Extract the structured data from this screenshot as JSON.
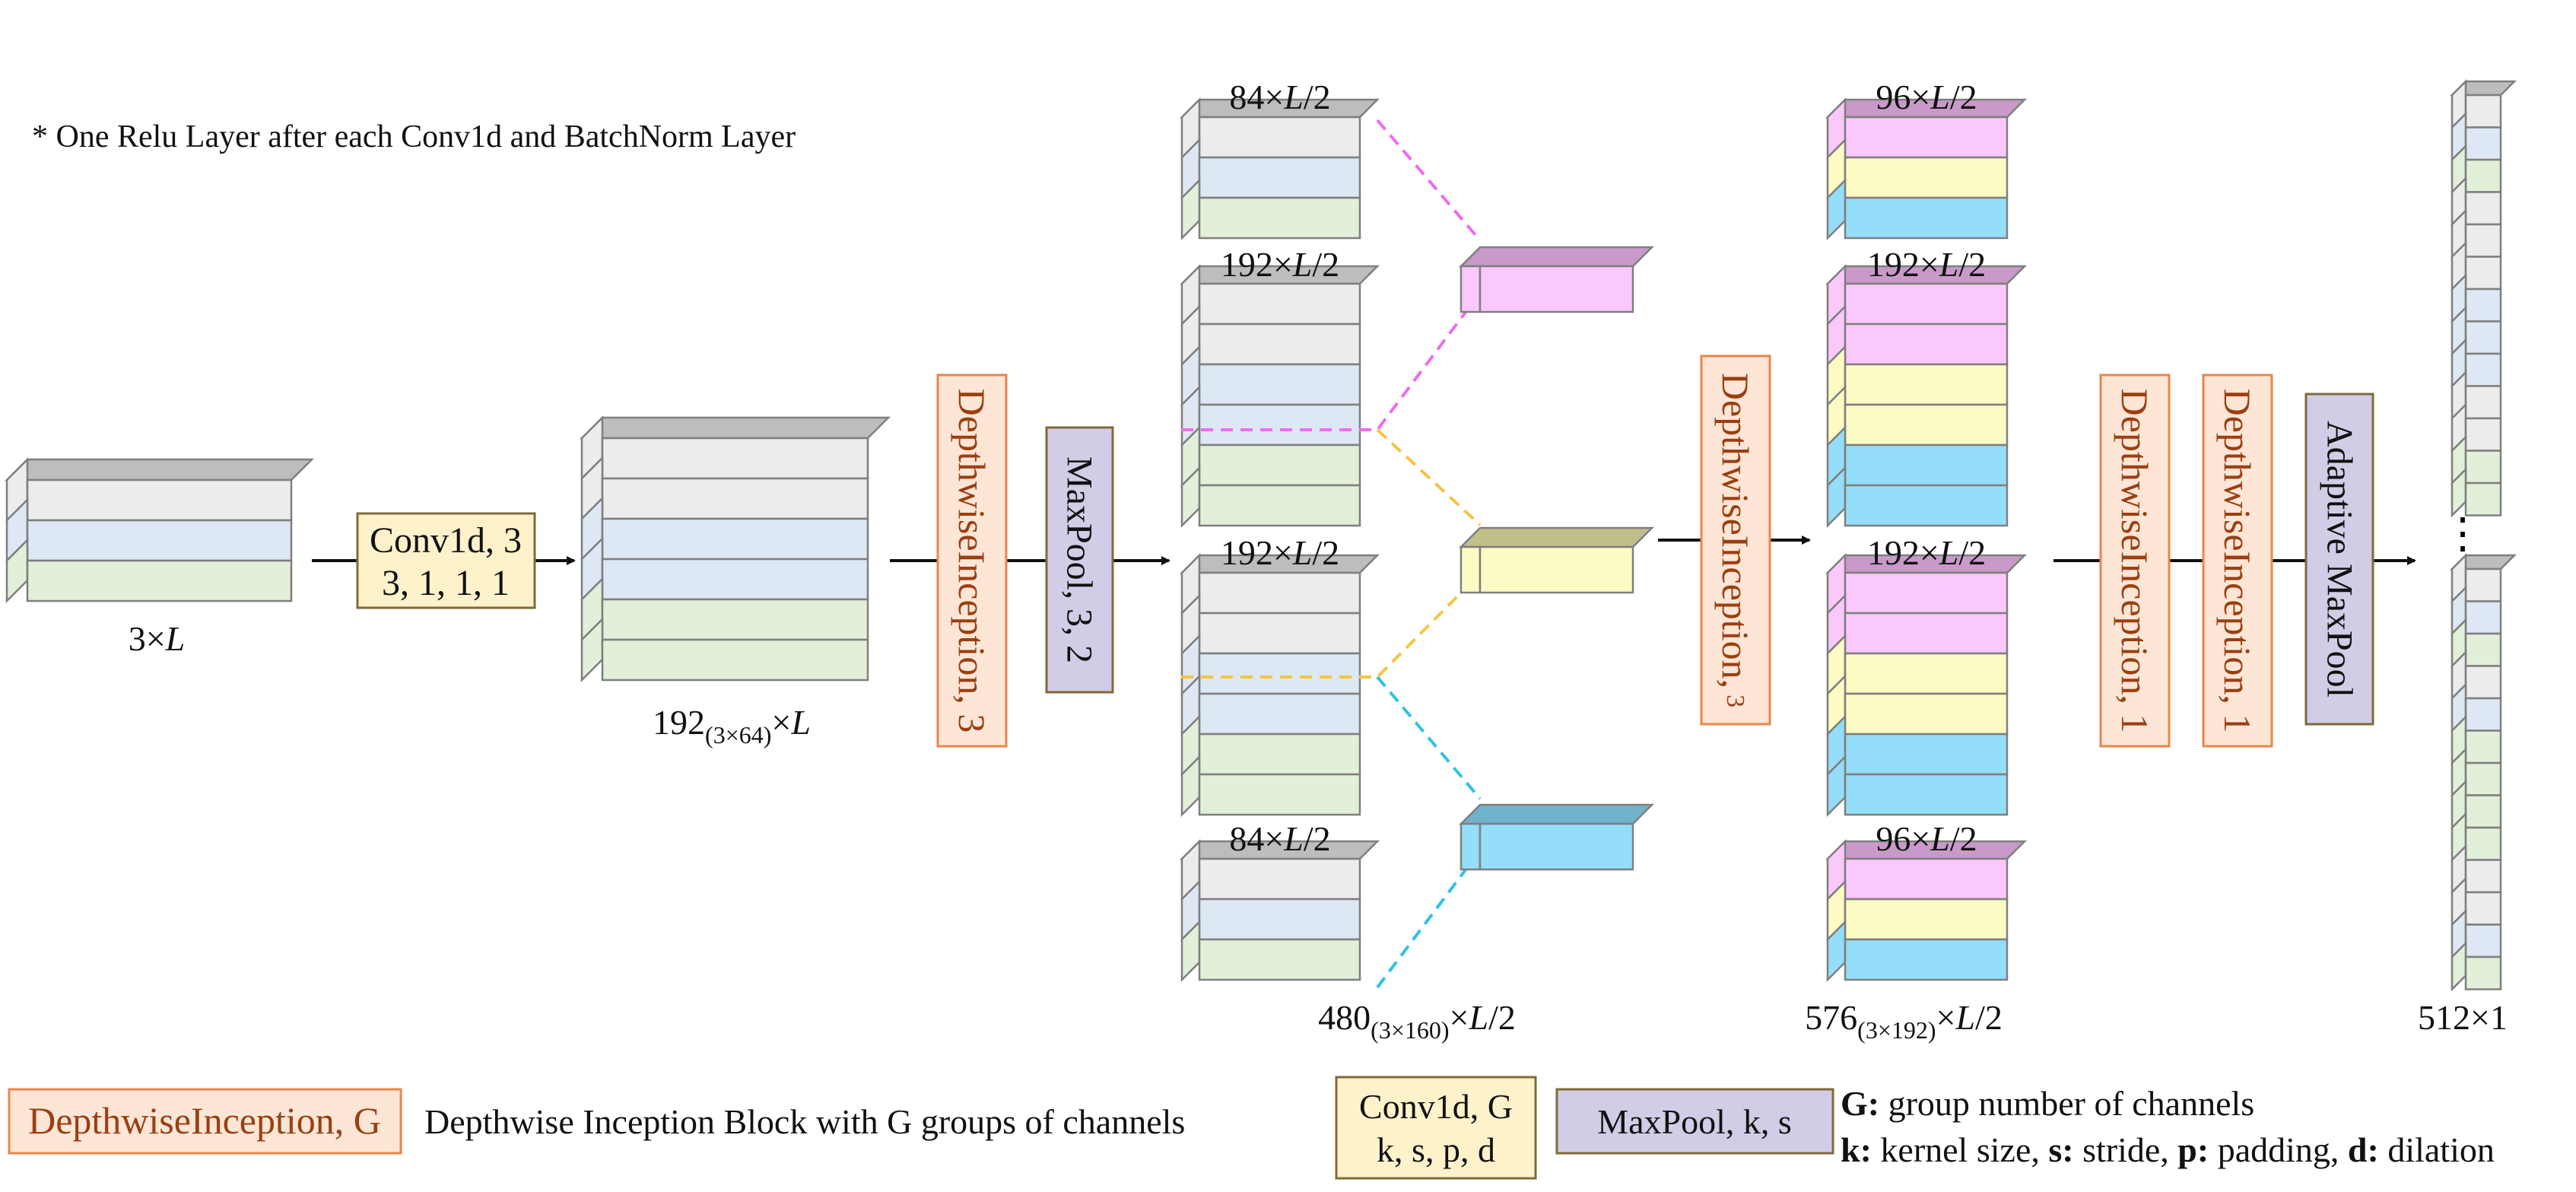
{
  "note": "* One Relu Layer after each Conv1d and BatchNorm Layer",
  "colors": {
    "gray": "#ececec",
    "blue": "#dde8f4",
    "green": "#e2efd9",
    "pink": "#fbc8fb",
    "yellow": "#fdfbc4",
    "cyan": "#94def9",
    "orange_fill": "#fde6d6",
    "orange_border": "#e9864b",
    "purple_fill": "#d1cde6",
    "purple_border": "#7f6a3a",
    "conv_fill": "#fef2cb",
    "conv_border": "#7f6a3a",
    "edge": "#7f7f7f"
  },
  "tensors": {
    "input": {
      "base": "3",
      "sub": "",
      "times": "×",
      "var": "L",
      "suffix": ""
    },
    "after_conv": {
      "base": "192",
      "sub": "(3×64)",
      "times": "×",
      "var": "L",
      "suffix": ""
    },
    "stage2_total": {
      "base": "480",
      "sub": "(3×160)",
      "times": "×",
      "var": "L",
      "suffix": "/2"
    },
    "stage2_top": {
      "base": "84",
      "times": "×",
      "var": "L",
      "suffix": "/2"
    },
    "stage2_mid1": {
      "base": "192",
      "times": "×",
      "var": "L",
      "suffix": "/2"
    },
    "stage2_mid2": {
      "base": "192",
      "times": "×",
      "var": "L",
      "suffix": "/2"
    },
    "stage2_bottom": {
      "base": "84",
      "times": "×",
      "var": "L",
      "suffix": "/2"
    },
    "stage3_total": {
      "base": "576",
      "sub": "(3×192)",
      "times": "×",
      "var": "L",
      "suffix": "/2"
    },
    "stage3_top": {
      "base": "96",
      "times": "×",
      "var": "L",
      "suffix": "/2"
    },
    "stage3_mid1": {
      "base": "192",
      "times": "×",
      "var": "L",
      "suffix": "/2"
    },
    "stage3_mid2": {
      "base": "192",
      "times": "×",
      "var": "L",
      "suffix": "/2"
    },
    "stage3_bottom": {
      "base": "96",
      "times": "×",
      "var": "L",
      "suffix": "/2"
    },
    "output": "512×1"
  },
  "blocks": {
    "conv1d": {
      "line1": "Conv1d, 3",
      "line2": "3, 1, 1, 1"
    },
    "inception1": "DepthwiseInception, 3",
    "maxpool": "MaxPool, 3, 2",
    "inception2": {
      "text": "DepthwiseInception,",
      "group": "3"
    },
    "inception3": "DepthwiseInception, 1",
    "inception4": "DepthwiseInception, 1",
    "adaptive": "Adaptive MaxPool"
  },
  "output_ellipsis": "⋮",
  "legend": {
    "inception_box": "DepthwiseInception, G",
    "inception_desc": "Depthwise Inception Block with G groups of channels",
    "conv_line1": "Conv1d, G",
    "conv_line2": "k, s, p, d",
    "maxpool_box": "MaxPool, k, s",
    "g_key": "G:",
    "g_desc": " group number of channels",
    "k_key": "k:",
    "k_desc": " kernel size, ",
    "s_key": "s:",
    "s_desc": " stride, ",
    "p_key": "p:",
    "p_desc": " padding, ",
    "d_key": "d:",
    "d_desc": " dilation"
  }
}
